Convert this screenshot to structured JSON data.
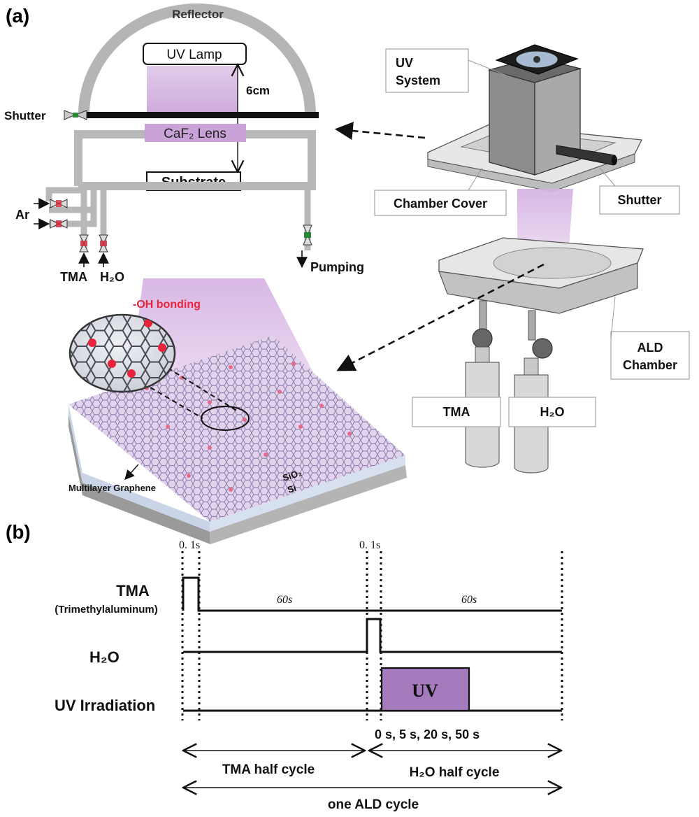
{
  "panel_a": {
    "label": "(a)",
    "schematic": {
      "reflector": "Reflector",
      "uv_lamp": "UV Lamp",
      "distance": "6cm",
      "shutter": "Shutter",
      "lens": "CaF₂ Lens",
      "substrate": "Substrate",
      "ar": "Ar",
      "tma": "TMA",
      "h2o": "H₂O",
      "pumping": "Pumping"
    },
    "apparatus": {
      "uv_system_line1": "UV",
      "uv_system_line2": "System",
      "chamber_cover": "Chamber Cover",
      "shutter": "Shutter",
      "ald_chamber_line1": "ALD",
      "ald_chamber_line2": "Chamber",
      "tma": "TMA",
      "h2o": "H₂O"
    },
    "graphene": {
      "oh_bonding": "-OH bonding",
      "multilayer_graphene": "Multilayer Graphene",
      "sio2": "SiO₂",
      "si": "Si"
    }
  },
  "panel_b": {
    "label": "(b)",
    "tma_label": "TMA",
    "tma_sub": "(Trimethylaluminum)",
    "h2o_label": "H₂O",
    "uv_label": "UV Irradiation",
    "pulse_tma": "0. 1s",
    "pulse_h2o": "0. 1s",
    "purge_tma": "60s",
    "purge_h2o": "60s",
    "uv_box": "UV",
    "uv_times": "0 s, 5 s, 20 s, 50 s",
    "tma_half": "TMA half cycle",
    "h2o_half": "H₂O half cycle",
    "one_cycle": "one ALD cycle"
  },
  "colors": {
    "uv_purple": "#c9a2d8",
    "uv_box": "#a57bbd",
    "chamber_gray": "#b8b8b8",
    "oh_red": "#e8243c"
  }
}
